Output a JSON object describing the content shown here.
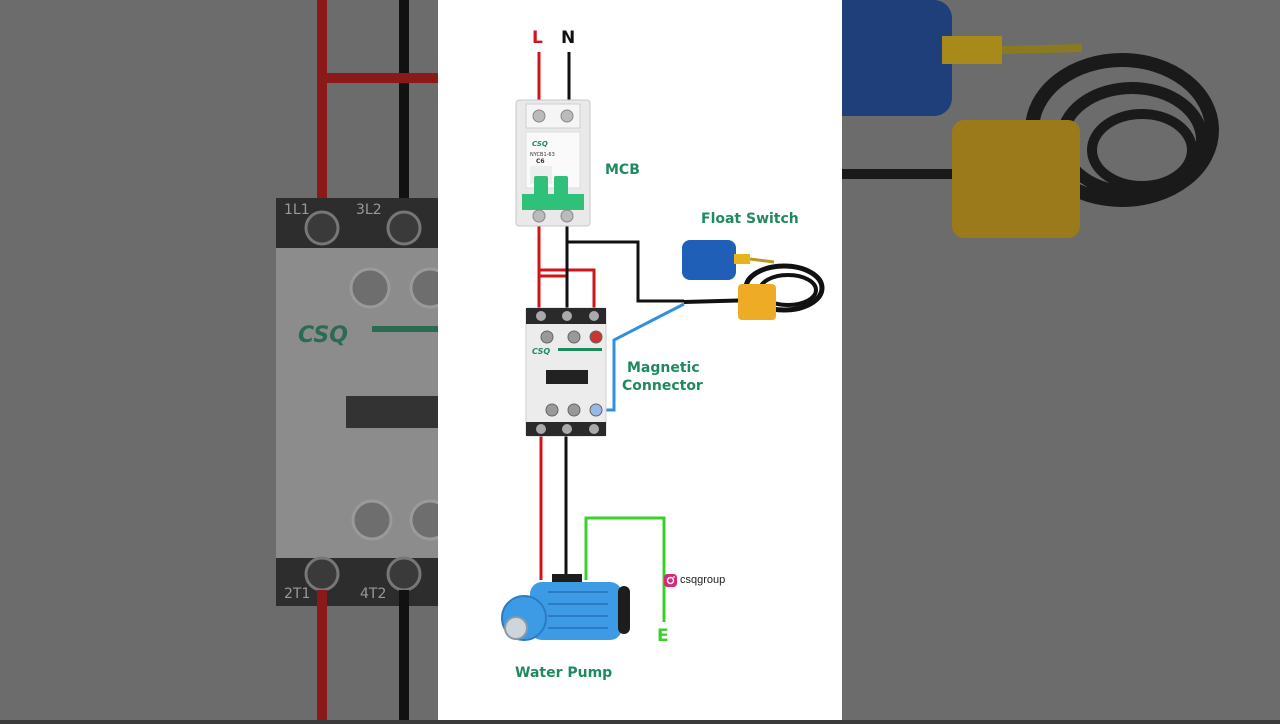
{
  "diagram": {
    "terminals": {
      "live": "L",
      "neutral": "N",
      "earth": "E"
    },
    "labels": {
      "mcb": "MCB",
      "float_switch": "Float Switch",
      "contactor_line1": "Magnetic",
      "contactor_line2": "Connector",
      "pump": "Water Pump"
    },
    "brand": "CSQ",
    "mcb_model": "NYCB1-63",
    "mcb_rating": "C6",
    "social": {
      "handle": "csqgroup",
      "icon": "instagram-icon"
    },
    "wire_colors": {
      "live": "#d0141a",
      "neutral": "#111111",
      "control": "#2f8fe0",
      "earth": "#38d12a"
    },
    "label_color": "#1f8a5f"
  }
}
